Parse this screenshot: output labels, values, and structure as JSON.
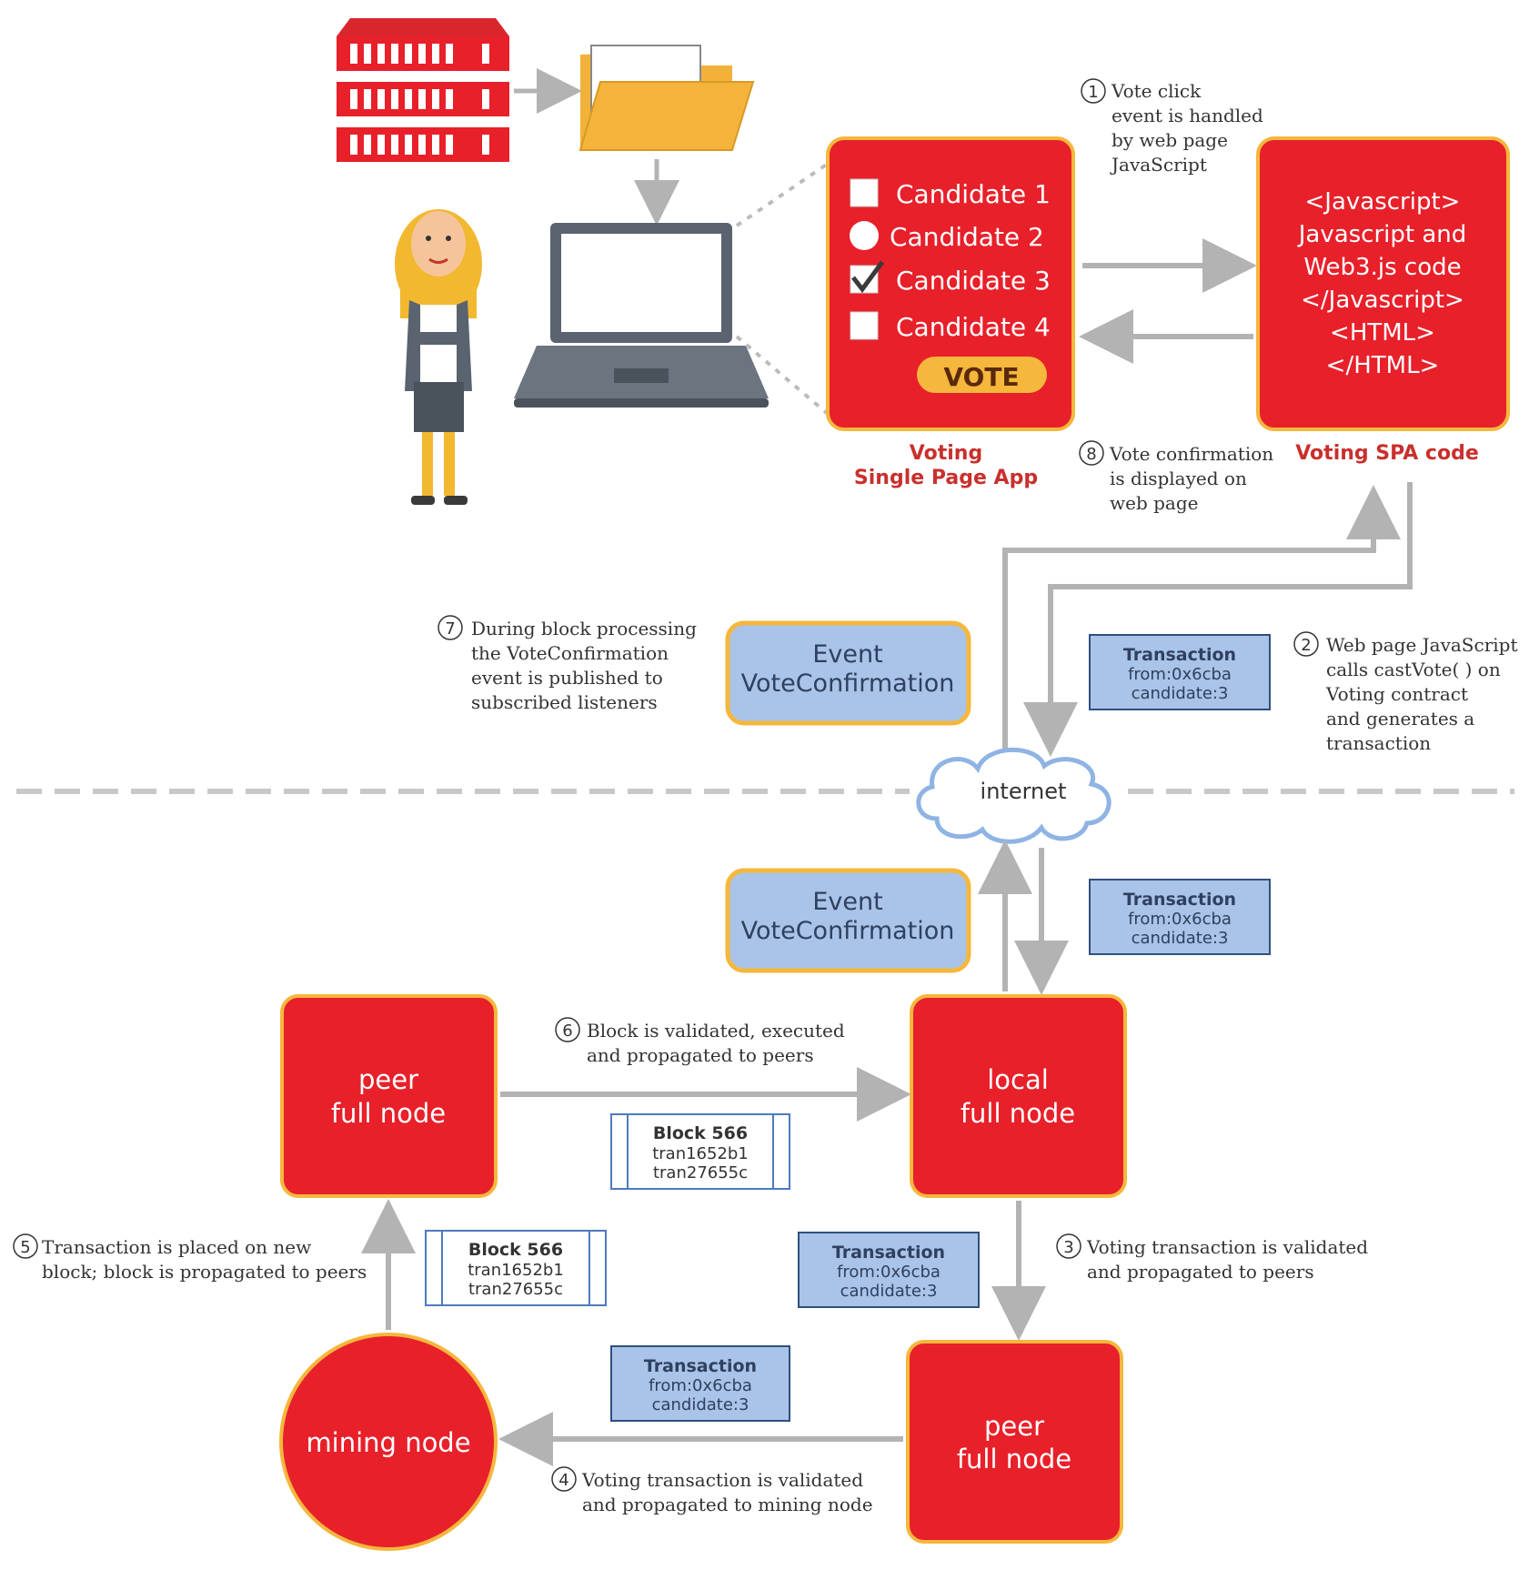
{
  "top_app": {
    "candidates": [
      "Candidate 1",
      "Candidate 2",
      "Candidate 3",
      "Candidate 4"
    ],
    "vote_button": "VOTE",
    "app_caption": [
      "Voting",
      "Single Page App"
    ],
    "code_lines": [
      "<Javascript>",
      "Javascript and",
      "Web3.js code",
      "</Javascript>",
      "<HTML>",
      "</HTML>"
    ],
    "code_caption": "Voting SPA code"
  },
  "steps": {
    "s1": {
      "num": "1",
      "lines": [
        "Vote click",
        "event is handled",
        "by web page",
        "JavaScript"
      ]
    },
    "s2": {
      "num": "2",
      "lines": [
        "Web page JavaScript",
        "calls castVote( ) on",
        "Voting contract",
        "and generates a",
        "transaction"
      ]
    },
    "s3": {
      "num": "3",
      "lines": [
        "Voting transaction is validated",
        "and propagated to peers"
      ]
    },
    "s4": {
      "num": "4",
      "lines": [
        "Voting transaction is validated",
        "and propagated to mining node"
      ]
    },
    "s5": {
      "num": "5",
      "lines": [
        "Transaction is placed on new",
        "block; block is propagated to peers"
      ]
    },
    "s6": {
      "num": "6",
      "lines": [
        "Block is validated, executed",
        "and propagated to peers"
      ]
    },
    "s7": {
      "num": "7",
      "lines": [
        "During block processing",
        "the VoteConfirmation",
        "event is published to",
        "subscribed listeners"
      ]
    },
    "s8": {
      "num": "8",
      "lines": [
        "Vote confirmation",
        "is displayed on",
        "web page"
      ]
    }
  },
  "event_box": [
    "Event",
    "VoteConfirmation"
  ],
  "transaction_box": [
    "Transaction",
    "from:0x6cba",
    "candidate:3"
  ],
  "block_box": [
    "Block 566",
    "tran1652b1",
    "tran27655c"
  ],
  "internet_label": "internet",
  "nodes": {
    "peer_top": [
      "peer",
      "full node"
    ],
    "local": [
      "local",
      "full node"
    ],
    "peer_bottom": [
      "peer",
      "full node"
    ],
    "mining": "mining node"
  },
  "colors": {
    "red": "#e8202a",
    "orange_border": "#f5b73c",
    "blue_box": "#a9c4e8",
    "blue_border": "#2f4f7f",
    "arrow_gray": "#b3b3b3"
  }
}
